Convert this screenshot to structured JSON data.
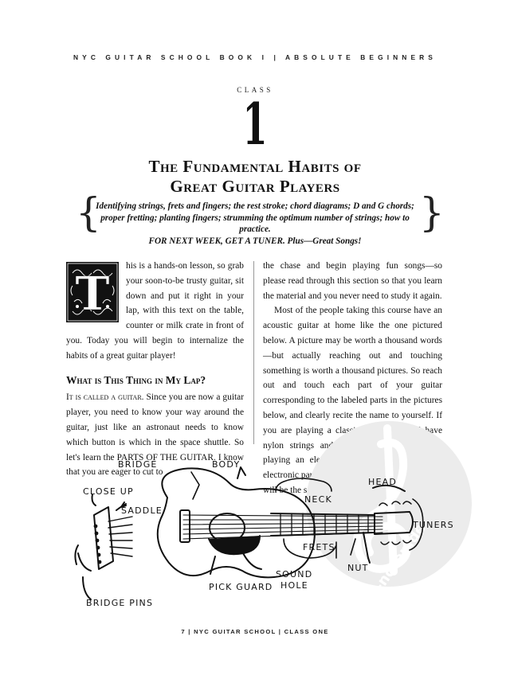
{
  "header": "NYC GUITAR SCHOOL BOOK I | ABSOLUTE BEGINNERS",
  "class_label": "CLASS",
  "class_number": "1",
  "title_line1": "The Fundamental Habits of",
  "title_line2": "Great Guitar Players",
  "subtitle_line1": "Identifying strings, frets and fingers; the rest stroke; chord diagrams; D and G chords;",
  "subtitle_line2": "proper fretting; planting fingers; strumming the optimum number of strings; how to practice.",
  "subtitle_line3": "FOR NEXT WEEK, GET A TUNER. Plus—Great Songs!",
  "dropcap_letter": "T",
  "intro_paragraph": "his is a hands-on lesson, so grab your soon-to-be trusty guitar, sit down and put it right in your lap, with this text on the table, counter or milk crate in front of you. Today you will begin to internalize the habits of a great guitar player!",
  "section_heading": "What is This Thing in My Lap?",
  "section_lead": "It is called a guitar.",
  "section_text": " Since you are now a guitar player, you need to know your way around the guitar, just like an astronaut needs to know which button is which in the space shuttle. So let's learn the PARTS OF THE GUITAR. I know that you are eager to cut to",
  "right_p1": "the chase and begin playing fun songs—so please read through this section so that you learn the material and you never need to study it again.",
  "right_p2": "Most of the people taking this course have an acoustic guitar at home like the one pictured below. A picture may be worth a thousand words—but actually reaching out and touching something is worth a thousand pictures. So reach out and touch each part of your guitar corresponding to the labeled parts in the pictures below, and clearly recite the name to yourself. If you are playing a classical guitar, it will have nylon strings and no pickguard. If you are playing an electric guitar, it will have some electronic parts and controllers, but the essentials will be the same.",
  "diagram_labels": {
    "bridge": "BRIDGE",
    "body": "BODY",
    "close_up": "CLOSE UP",
    "saddle": "SADDLE",
    "neck": "NECK",
    "head": "HEAD",
    "tuners": "TUNERS",
    "frets": "FRETS",
    "nut": "NUT",
    "sound_hole_1": "SOUND",
    "sound_hole_2": "HOLE",
    "pick_guard": "PICK GUARD",
    "bridge_pins": "BRIDGE PINS"
  },
  "watermark": "alle-noten.de",
  "footer": "7 | NYC GUITAR SCHOOL | CLASS ONE"
}
